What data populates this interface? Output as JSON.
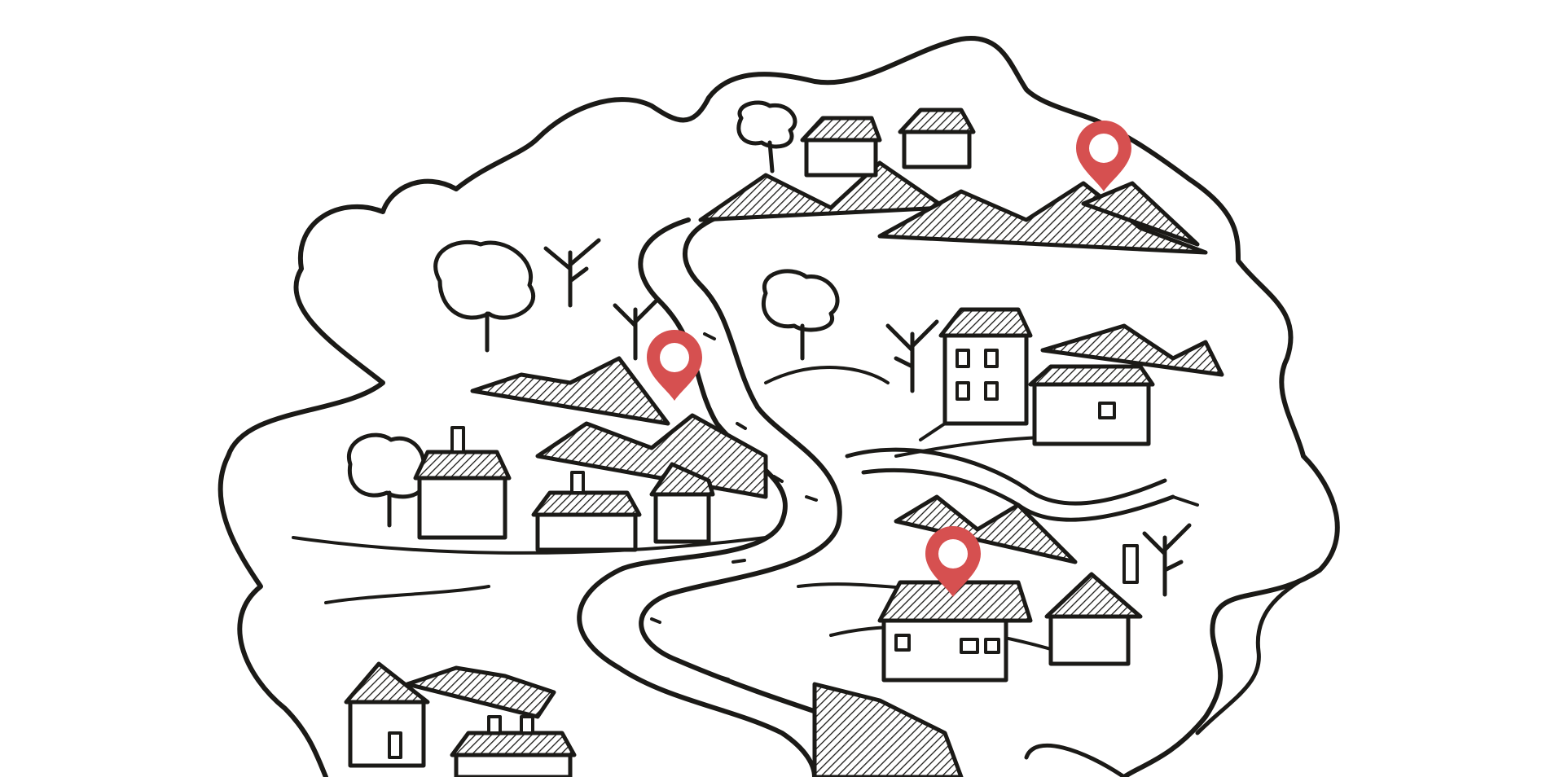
{
  "map": {
    "style": "hand-drawn ink illustration",
    "ink_color": "#1b1a17",
    "background_color": "#ffffff",
    "pin_color": "#d65050",
    "pin_icon": "map-pin-icon",
    "pins": [
      {
        "id": "mountain-peak"
      },
      {
        "id": "river-bend"
      },
      {
        "id": "village-house"
      }
    ]
  }
}
